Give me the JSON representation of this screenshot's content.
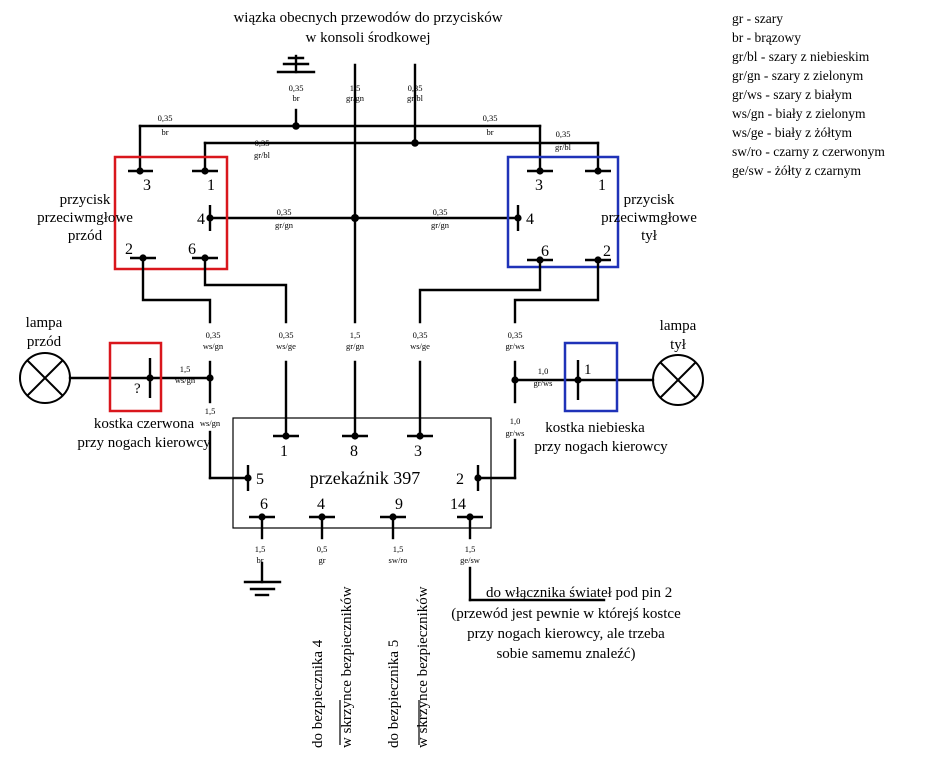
{
  "harness": {
    "line1": "wiązka obecnych przewodów do przycisków",
    "line2": "w konsoli środkowej"
  },
  "legend": [
    "gr - szary",
    "br - brązowy",
    "gr/bl - szary z niebieskim",
    "gr/gn - szary z zielonym",
    "gr/ws - szary z białym",
    "ws/gn - biały z zielonym",
    "ws/ge - biały z żółtym",
    "sw/ro - czarny z czerwonym",
    "ge/sw - żółty z czarnym"
  ],
  "front_switch": {
    "line1": "przycisk",
    "line2": "przeciwmgłowe",
    "line3": "przód",
    "pins": [
      "3",
      "1",
      "4",
      "2",
      "6"
    ]
  },
  "rear_switch": {
    "line1": "przycisk",
    "line2": "przeciwmgłowe",
    "line3": "tył",
    "pins": [
      "3",
      "1",
      "4",
      "6",
      "2"
    ]
  },
  "front_lamp": {
    "line1": "lampa",
    "line2": "przód"
  },
  "rear_lamp": {
    "line1": "lampa",
    "line2": "tył"
  },
  "red_connector": {
    "line1": "kostka czerwona",
    "line2": "przy nogach kierowcy",
    "pin": "?"
  },
  "blue_connector": {
    "line1": "kostka niebieska",
    "line2": "przy nogach kierowcy",
    "pin": "1"
  },
  "relay": {
    "title": "przekaźnik 397",
    "pins": [
      "1",
      "8",
      "3",
      "5",
      "2",
      "6",
      "4",
      "9",
      "14"
    ]
  },
  "wires": {
    "top_br": {
      "size": "0,35",
      "color": "br"
    },
    "top_grgn": {
      "size": "1,5",
      "color": "gr/gn"
    },
    "top_grbl": {
      "size": "0,35",
      "color": "gr/bl"
    },
    "left_br": {
      "size": "0,35",
      "color": "br"
    },
    "left_grbl": {
      "size": "0,35",
      "color": "gr/bl"
    },
    "right_br": {
      "size": "0,35",
      "color": "br"
    },
    "right_grbl": {
      "size": "0,35",
      "color": "gr/bl"
    },
    "mid_left": {
      "size": "0,35",
      "color": "gr/gn"
    },
    "mid_right": {
      "size": "0,35",
      "color": "gr/gn"
    },
    "wsgn_vert": {
      "size": "0,35",
      "color": "ws/gn"
    },
    "wsge_left": {
      "size": "0,35",
      "color": "ws/ge"
    },
    "grgn_center": {
      "size": "1,5",
      "color": "gr/gn"
    },
    "wsge_right": {
      "size": "0,35",
      "color": "ws/ge"
    },
    "grws_vert": {
      "size": "0,35",
      "color": "gr/ws"
    },
    "red_out": {
      "size": "1,5",
      "color": "ws/gn"
    },
    "red_down": {
      "size": "1,5",
      "color": "ws/gn"
    },
    "blue_out": {
      "size": "1,0",
      "color": "gr/ws"
    },
    "blue_down": {
      "size": "1,0",
      "color": "gr/ws"
    },
    "pin6_br": {
      "size": "1,5",
      "color": "br"
    },
    "pin4_gr": {
      "size": "0,5",
      "color": "gr"
    },
    "pin9_swro": {
      "size": "1,5",
      "color": "sw/ro"
    },
    "pin14_gesw": {
      "size": "1,5",
      "color": "ge/sw"
    }
  },
  "fuse4": {
    "line1": "do bezpiecznika 4",
    "line2": "w skrzynce bezpieczników"
  },
  "fuse5": {
    "line1": "do bezpiecznika 5",
    "line2": "w skrzynce bezpieczników"
  },
  "light_switch": {
    "line1": "do włącznika świateł pod pin 2",
    "line2": "(przewód jest pewnie w którejś kostce",
    "line3": "przy nogach kierowcy, ale trzeba",
    "line4": "sobie samemu znaleźć)"
  },
  "colors": {
    "red_box": "#d9161c",
    "blue_box": "#1f32b8",
    "wire": "#000000"
  }
}
